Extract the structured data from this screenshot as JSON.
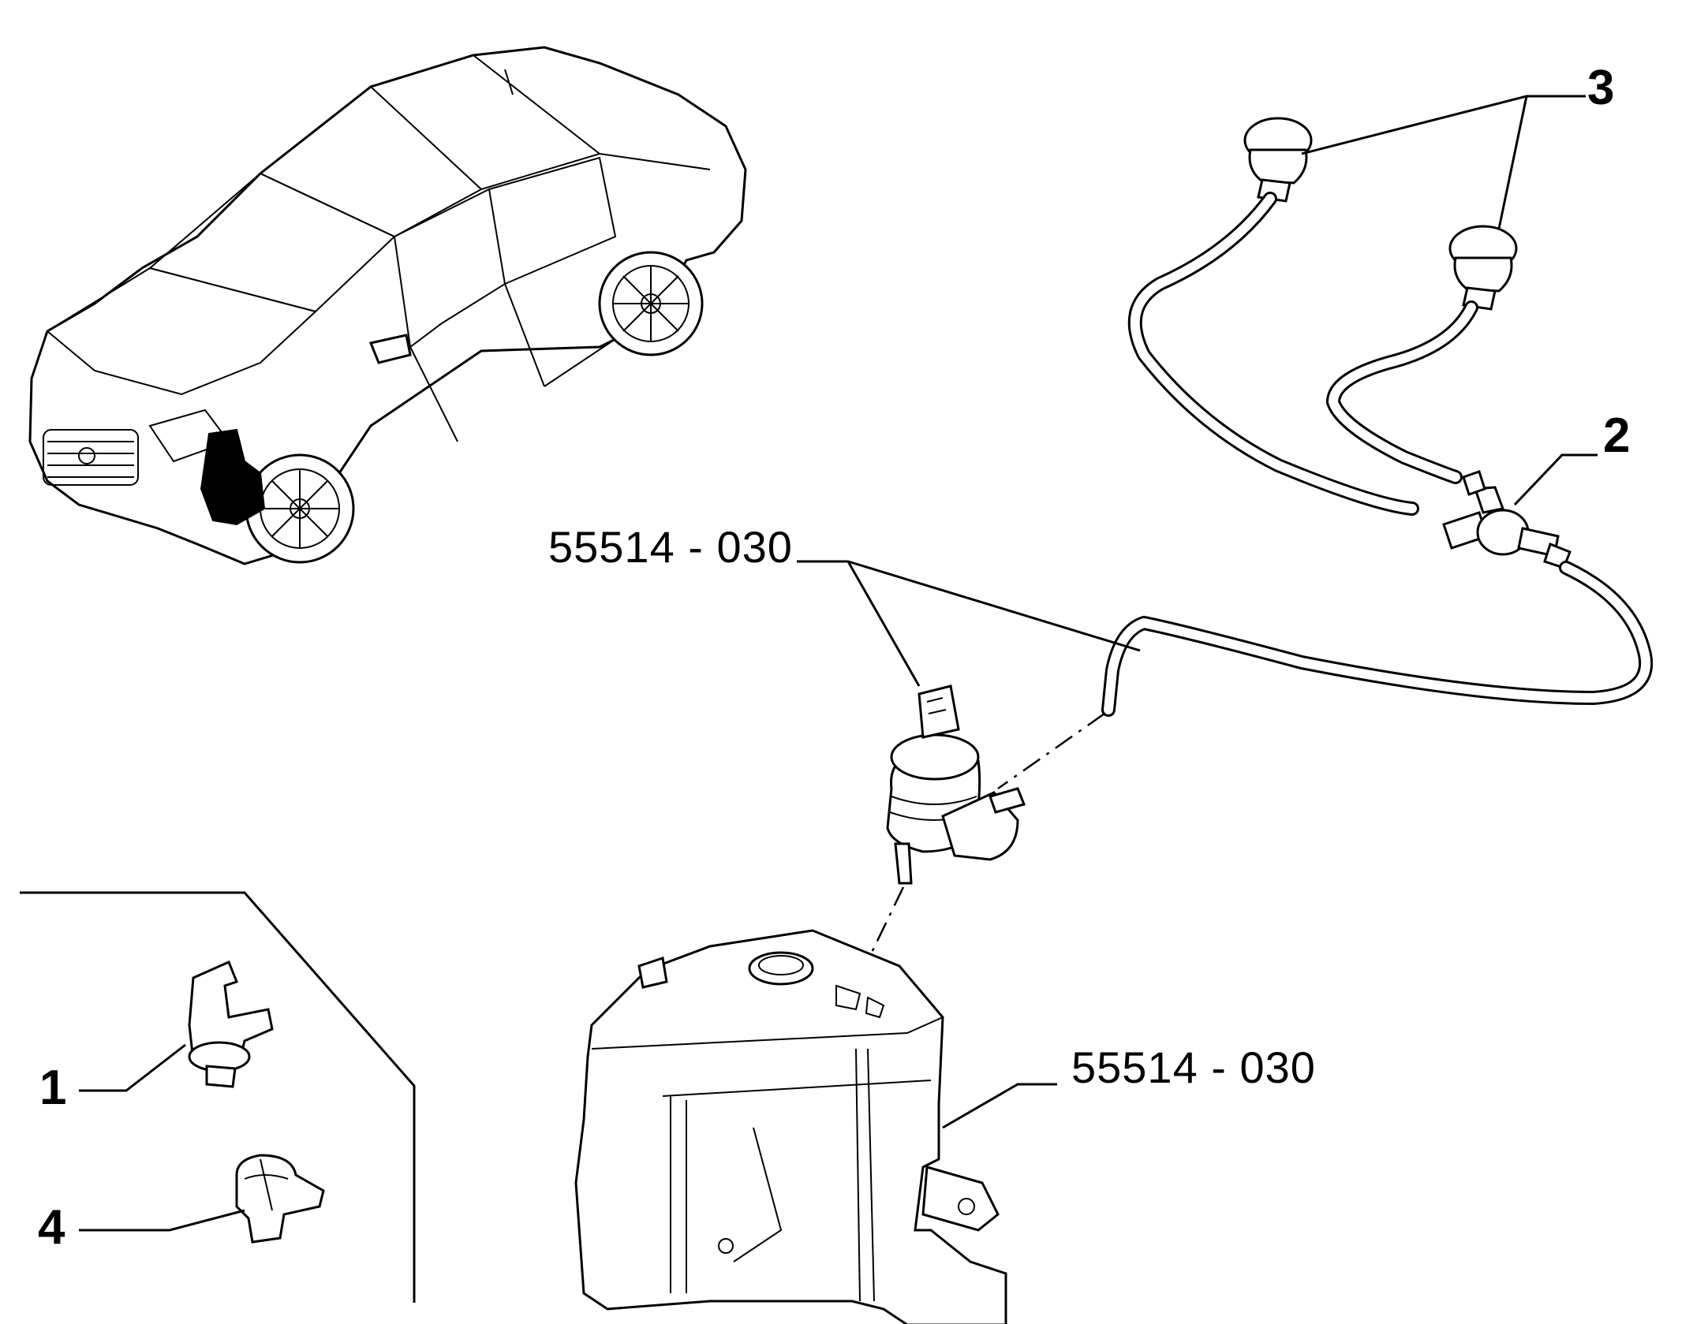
{
  "callouts": {
    "c1": "1",
    "c2": "2",
    "c3": "3",
    "c4": "4",
    "pump_ref": "55514 - 030",
    "tank_ref": "55514 - 030"
  },
  "icons": {
    "vehicle": "car-sedan-icon",
    "pump": "washer-pump-icon",
    "tank": "washer-reservoir-icon",
    "valve": "check-valve-icon",
    "nozzles": "washer-nozzle-icon",
    "clip1": "hose-clip-icon",
    "clip4": "hose-clip-icon"
  }
}
